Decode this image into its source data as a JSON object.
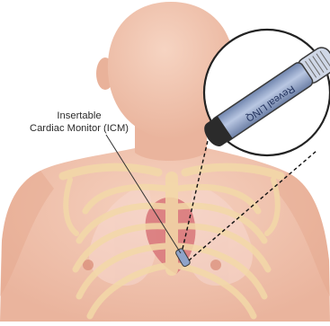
{
  "callout": {
    "line1": "Insertable",
    "line2": "Cardiac Monitor (ICM)"
  },
  "device": {
    "brand_text": "Reveal LINQ"
  },
  "colors": {
    "background": "#ffffff",
    "skin": "#f1c3ad",
    "skin_shadow": "#e4a68c",
    "bone": "#f3d9a8",
    "heart": "#d9797c",
    "lung": "#f7d8cf",
    "device_body": "#8fa3c9",
    "device_cap": "#2b2b2b",
    "magnifier_ring": "#222222",
    "label_text": "#2a2a2a"
  },
  "icons": [
    "insertable-cardiac-monitor-icon",
    "magnifier-circle-icon"
  ]
}
